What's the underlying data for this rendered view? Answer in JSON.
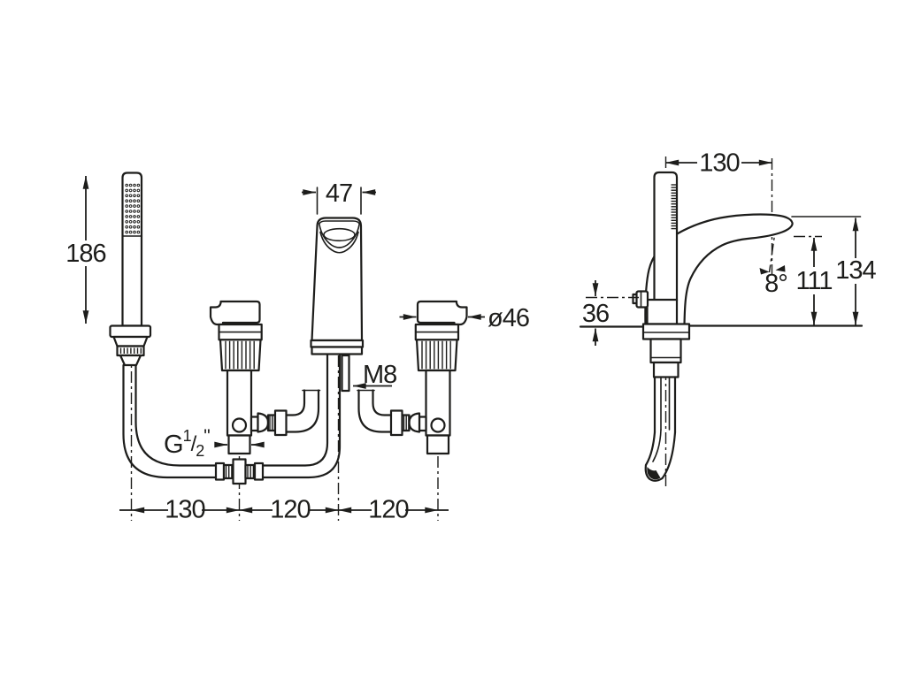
{
  "colors": {
    "line": "#1d1d1b",
    "background": "#ffffff"
  },
  "views": {
    "front": {
      "label": "front-view",
      "dims": {
        "handshower_height": "186",
        "spout_top_width": "47",
        "valve_diameter": "ø46",
        "fixing_stud_thread": "M8",
        "supply_thread": {
          "prefix": "G",
          "numerator": "1",
          "slash": "/",
          "denominator": "2",
          "suffix": "\""
        },
        "pitch_handshower_to_valve": "130",
        "pitch_valve_to_spout": "120",
        "pitch_spout_to_valve": "120"
      }
    },
    "side": {
      "label": "side-view",
      "dims": {
        "spout_reach": "130",
        "spout_angle": "8°",
        "outlet_height": "111",
        "total_height": "134",
        "lever_height": "36"
      }
    }
  }
}
